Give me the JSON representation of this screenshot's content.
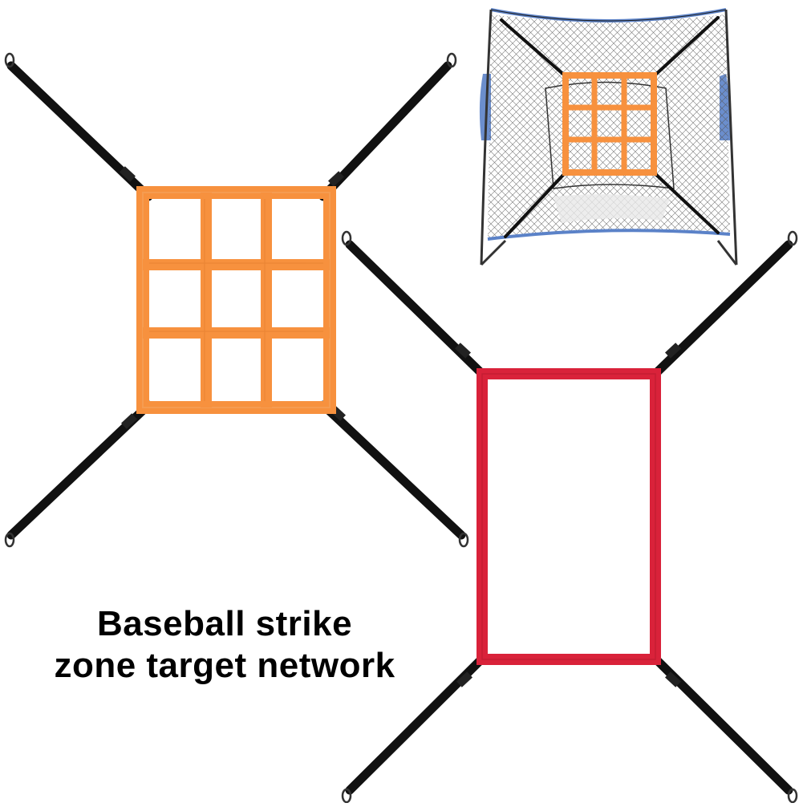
{
  "caption": {
    "line1": "Baseball strike",
    "line2": "zone target network"
  },
  "products": [
    {
      "name": "orange-9-grid-target",
      "color": "#f7913e",
      "grid": [
        3,
        3
      ]
    },
    {
      "name": "red-rectangle-target",
      "color": "#d9223a",
      "grid": [
        1,
        1
      ]
    }
  ],
  "strap_color": "#111111",
  "inset": {
    "net_color": "#222222",
    "frame_color": "#5b82c8"
  }
}
